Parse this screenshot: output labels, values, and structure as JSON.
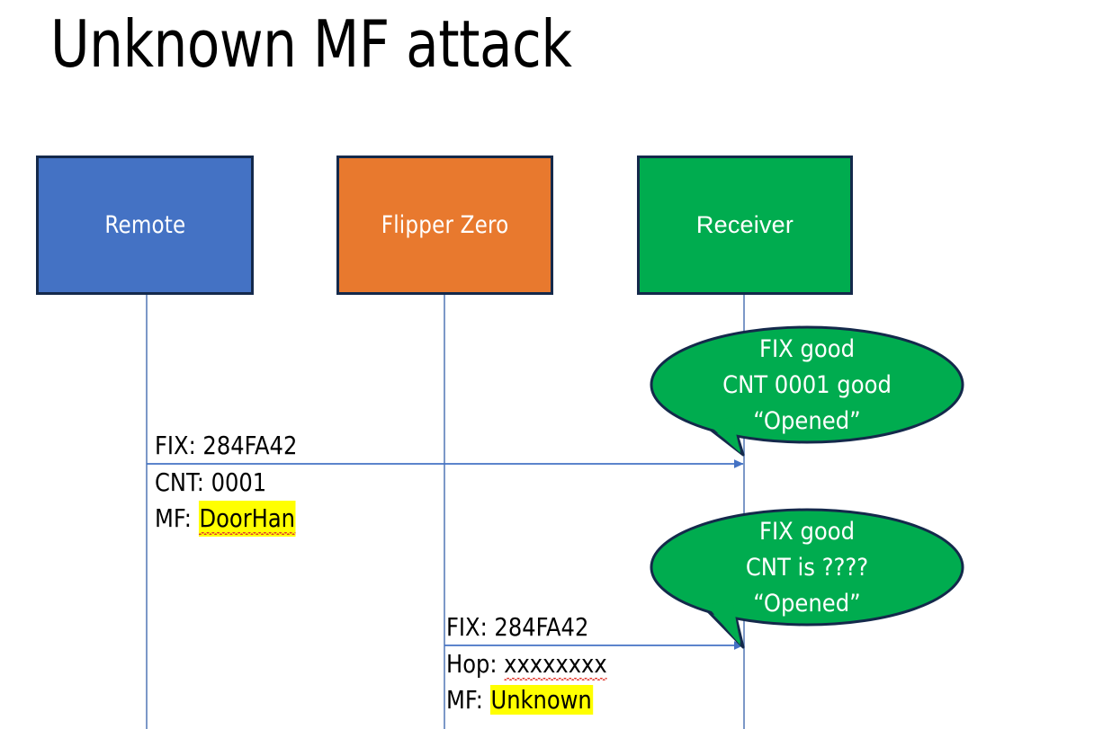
{
  "slide": {
    "title": "Unknown MF attack",
    "background_color": "#FFFFFF"
  },
  "colors": {
    "remote_fill": "#4472C4",
    "flipper_fill": "#E8792E",
    "receiver_fill": "#00AC4F",
    "box_border": "#14294B",
    "lifeline": "#5B7FB9",
    "arrow": "#4472C4",
    "callout_fill": "#00AC4F",
    "callout_border": "#14294B",
    "highlight": "#FFFF00",
    "spellcheck_underline": "#E03A2F",
    "text_dark": "#000000",
    "text_light": "#FFFFFF"
  },
  "actors": [
    {
      "id": "remote",
      "label": "Remote"
    },
    {
      "id": "flipper",
      "label": "Flipper Zero"
    },
    {
      "id": "receiver",
      "label": "Receiver"
    }
  ],
  "messages": [
    {
      "id": "msg1",
      "from": "remote",
      "to": "receiver",
      "line1": "FIX: 284FA42",
      "line2": "CNT: 0001",
      "line3_prefix": "MF: ",
      "line3_value": "DoorHan",
      "line3_highlighted": true,
      "line3_spellchecked": true
    },
    {
      "id": "msg2",
      "from": "flipper",
      "to": "receiver",
      "line1": "FIX: 284FA42",
      "line2_prefix": "Hop: ",
      "line2_value": "xxxxxxxx",
      "line2_spellchecked": true,
      "line3_prefix": "MF: ",
      "line3_value": "Unknown",
      "line3_highlighted": true
    }
  ],
  "callouts": [
    {
      "id": "callout1",
      "line1": "FIX good",
      "line2": "CNT 0001 good",
      "line3": "“Opened”"
    },
    {
      "id": "callout2",
      "line1": "FIX good",
      "line2": "CNT is ????",
      "line3": "“Opened”"
    }
  ]
}
